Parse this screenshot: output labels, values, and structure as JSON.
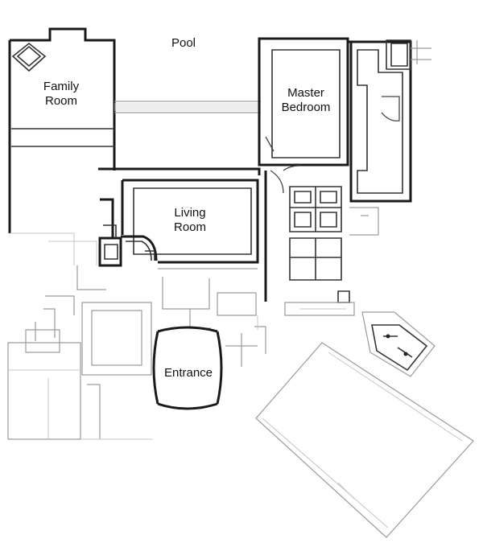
{
  "floor_plan": {
    "labels": {
      "pool": "Pool",
      "family_room_line1": "Family",
      "family_room_line2": "Room",
      "master_bedroom_line1": "Master",
      "master_bedroom_line2": "Bedroom",
      "living_room_line1": "Living",
      "living_room_line2": "Room",
      "entrance": "Entrance"
    }
  }
}
